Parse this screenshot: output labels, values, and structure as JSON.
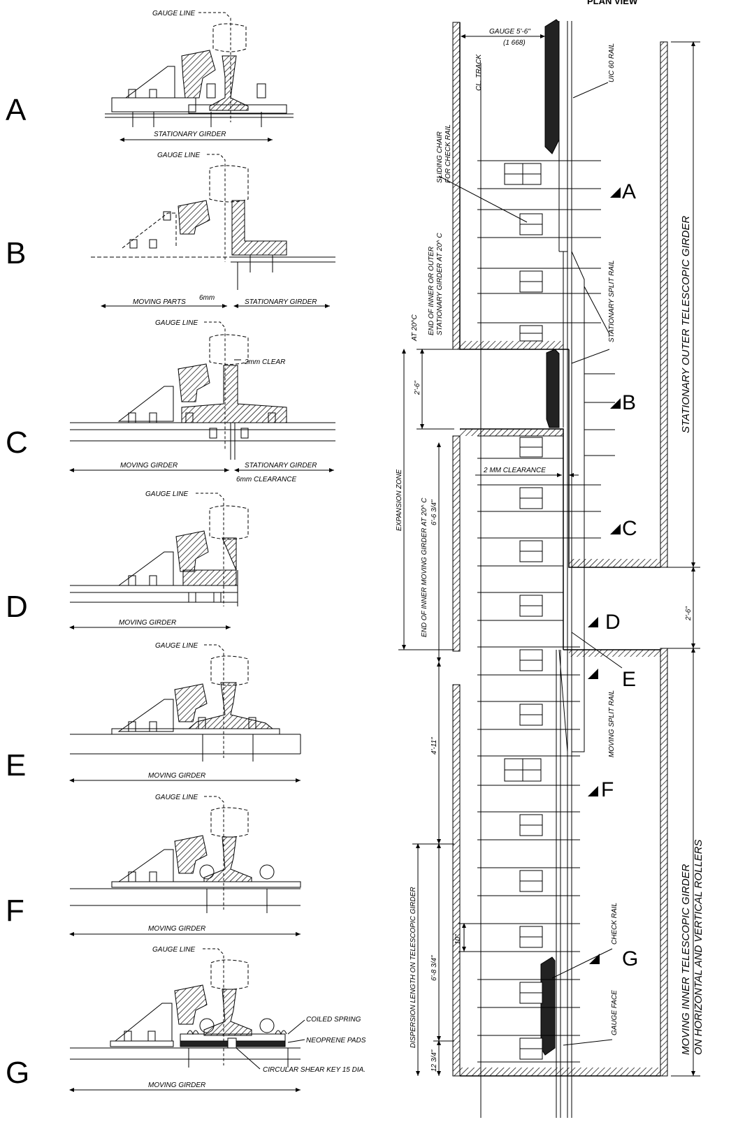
{
  "details": [
    {
      "letter": "A",
      "gauge": "GAUGE LINE",
      "dims": [
        "STATIONARY GIRDER"
      ]
    },
    {
      "letter": "B",
      "gauge": "GAUGE LINE",
      "dims": [
        "MOVING PARTS",
        "6mm",
        "STATIONARY GIRDER"
      ]
    },
    {
      "letter": "C",
      "gauge": "GAUGE LINE",
      "dims": [
        "2mm  CLEAR",
        "MOVING GIRDER",
        "STATIONARY GIRDER",
        "6mm CLEARANCE"
      ]
    },
    {
      "letter": "D",
      "gauge": "GAUGE LINE",
      "dims": [
        "MOVING GIRDER"
      ]
    },
    {
      "letter": "E",
      "gauge": "GAUGE LINE",
      "dims": [
        "MOVING GIRDER"
      ]
    },
    {
      "letter": "F",
      "gauge": "GAUGE LINE",
      "dims": [
        "MOVING GIRDER"
      ]
    },
    {
      "letter": "G",
      "gauge": "GAUGE LINE",
      "dims": [
        "MOVING GIRDER",
        "COILED SPRING",
        "NEOPRENE PADS",
        "CIRCULAR SHEAR KEY 15 DIA."
      ]
    }
  ],
  "plan": {
    "title": "PLAN VIEW",
    "gauge": "GAUGE 5'-6\"",
    "gauge_mm": "(1 668)",
    "cl_track": "CL. TRACK",
    "uic_rail": "UIC 60 RAIL",
    "sliding_chair_1": "SLIDING CHAIR",
    "sliding_chair_2": "FOR CHECK RAIL",
    "end_outer_1": "END OF INNER OR OUTER",
    "end_outer_2": "STATIONARY GIRDER AT 20^ C",
    "at_20": "AT 20^C",
    "stationary_split": "STATIONARY SPLIT RAIL",
    "dim_2_6_a": "2'-6\"",
    "dim_2_6_b": "2'-6\"",
    "expansion": "EXPANSION ZONE",
    "end_inner": "END OF INNER MOVING GIRDER AT 20^ C",
    "dim_6_6": "6'-6 3/4\"",
    "clearance": "2 MM CLEARANCE",
    "dim_4_11": "4'-11\"",
    "moving_split": "MOVING SPLIT RAIL",
    "dispersion": "DISPERSION LENGTH ON TELESCOPIC GIRDER",
    "dim_10": "10\"",
    "dim_6_8": "6'-8 3/4\"",
    "dim_12": "12 3/4\"",
    "check_rail": "CHECK RAIL",
    "gauge_face": "GAUGE FACE",
    "stationary_outer": "STATIONARY OUTER TELESCOPIC GIRDER",
    "moving_inner_1": "MOVING INNER TELESCOPIC GIRDER",
    "moving_inner_2": "ON HORIZONTAL AND VERTICAL ROLLERS",
    "sections": [
      "A",
      "B",
      "C",
      "D",
      "E",
      "F",
      "G"
    ]
  }
}
